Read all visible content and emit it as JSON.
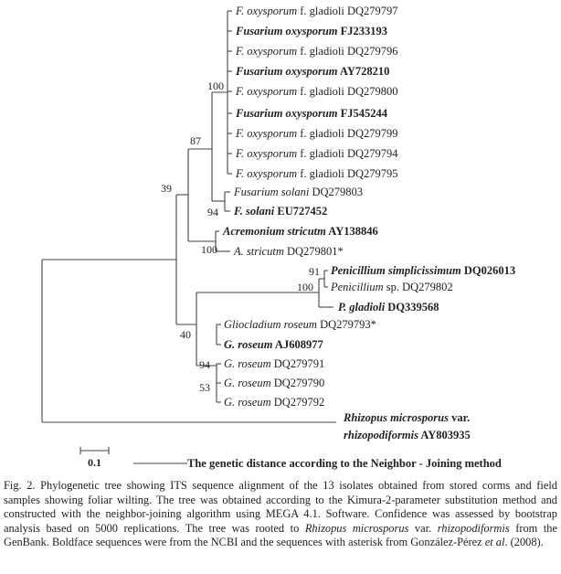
{
  "tree": {
    "leaves": {
      "l1": {
        "it": "F. oxysporum",
        "tx": " f. gladioli DQ279797"
      },
      "l2": {
        "it": "Fusarium oxysporum",
        "tx": " FJ233193"
      },
      "l3": {
        "it": "F. oxysporum",
        "tx": " f. gladioli DQ279796"
      },
      "l4": {
        "it": "Fusarium oxysporum",
        "tx": " AY728210"
      },
      "l5": {
        "it": "F. oxysporum",
        "tx": " f. gladioli DQ279800"
      },
      "l6": {
        "it": "Fusarium oxysporum",
        "tx": " FJ545244"
      },
      "l7": {
        "it": "F. oxysporum",
        "tx": " f. gladioli DQ279799"
      },
      "l8": {
        "it": "F. oxysporum",
        "tx": " f. gladioli DQ279794"
      },
      "l9": {
        "it": "F. oxysporum",
        "tx": " f. gladioli DQ279795"
      },
      "l10": {
        "it": "Fusarium solani",
        "tx": " DQ279803"
      },
      "l11": {
        "it": "F. solani",
        "tx": " EU727452"
      },
      "l12": {
        "it": "Acremonium stricutm",
        "tx": " AY138846"
      },
      "l13": {
        "it": "A. stricutm",
        "tx": " DQ279801*"
      },
      "l14": {
        "it": "Penicillium  simplicissimum",
        "tx": " DQ026013"
      },
      "l15": {
        "it": "Penicillium",
        "tx": " sp. DQ279802"
      },
      "l16": {
        "it": "P. gladioli",
        "tx": " DQ339568"
      },
      "l17": {
        "it": "Gliocladium roseum",
        "tx": " DQ279793*"
      },
      "l18": {
        "it": "G. roseum",
        "tx": " AJ608977"
      },
      "l19": {
        "it": "G. roseum",
        "tx": " DQ279791"
      },
      "l20": {
        "it": "G. roseum",
        "tx": " DQ279790"
      },
      "l21": {
        "it": "G. roseum",
        "tx": " DQ279792"
      },
      "l22a": {
        "it": "Rhizopus microsporus",
        "tx": " var."
      },
      "l22b": {
        "it": "rhizopodiformis",
        "tx": " AY803935"
      }
    },
    "bootstrap": {
      "b100a": "100",
      "b87": "87",
      "b39": "39",
      "b94a": "94",
      "b100b": "100",
      "b91": "91",
      "b100c": "100",
      "b40": "40",
      "b94b": "94",
      "b53": "53"
    },
    "scale": {
      "value": "0.1",
      "note": "The genetic distance according to the Neighbor - Joining method"
    }
  },
  "caption": {
    "p1": "Fig. 2. Phylogenetic tree showing ITS sequence alignment of the 13 isolates obtained from stored corms and field samples showing foliar wilting. The tree was obtained according to the Kimura-2-parameter substitution method and constructed with the neighbor-joining algorithm using MEGA 4.1. Software. Confidence was assessed by bootstrap analysis based on 5000 replications. The tree was rooted to ",
    "it1": "Rhizopus microsporus",
    "p2": " var. ",
    "it2": "rhizopodiformis",
    "p3": " from the GenBank. Boldface sequences were from the NCBI and the sequences with asterisk from González-Pérez ",
    "it3": "et al",
    "p4": ". (2008)."
  }
}
